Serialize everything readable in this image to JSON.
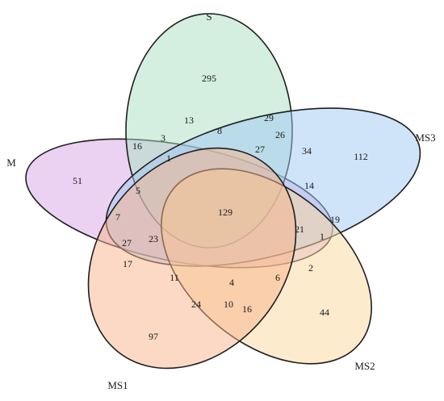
{
  "sets": [
    {
      "key": "M",
      "label": "M",
      "color": "#d8a6e6"
    },
    {
      "key": "S",
      "label": "S",
      "color": "#a9dfc0"
    },
    {
      "key": "MS3",
      "label": "MS3",
      "color": "#9fc8f4"
    },
    {
      "key": "MS2",
      "label": "MS2",
      "color": "#fbd79b"
    },
    {
      "key": "MS1",
      "label": "MS1",
      "color": "#f8b48a"
    }
  ],
  "regions": [
    {
      "sets": [
        "S"
      ],
      "value": "295"
    },
    {
      "sets": [
        "M"
      ],
      "value": "51"
    },
    {
      "sets": [
        "MS3"
      ],
      "value": "112"
    },
    {
      "sets": [
        "MS2"
      ],
      "value": "44"
    },
    {
      "sets": [
        "MS1"
      ],
      "value": "97"
    },
    {
      "sets": [
        "M",
        "S",
        "MS3",
        "MS2",
        "MS1"
      ],
      "value": "129"
    },
    {
      "sets": [],
      "value": "13"
    },
    {
      "sets": [],
      "value": "29"
    },
    {
      "sets": [],
      "value": "16"
    },
    {
      "sets": [],
      "value": "3"
    },
    {
      "sets": [],
      "value": "8"
    },
    {
      "sets": [],
      "value": "26"
    },
    {
      "sets": [],
      "value": "27"
    },
    {
      "sets": [],
      "value": "34"
    },
    {
      "sets": [],
      "value": "1"
    },
    {
      "sets": [],
      "value": "14"
    },
    {
      "sets": [],
      "value": "5"
    },
    {
      "sets": [],
      "value": "7"
    },
    {
      "sets": [],
      "value": "19"
    },
    {
      "sets": [],
      "value": "21"
    },
    {
      "sets": [],
      "value": "1"
    },
    {
      "sets": [],
      "value": "27"
    },
    {
      "sets": [],
      "value": "23"
    },
    {
      "sets": [],
      "value": "17"
    },
    {
      "sets": [],
      "value": "2"
    },
    {
      "sets": [],
      "value": "11"
    },
    {
      "sets": [],
      "value": "4"
    },
    {
      "sets": [],
      "value": "6"
    },
    {
      "sets": [],
      "value": "24"
    },
    {
      "sets": [],
      "value": "10"
    },
    {
      "sets": [],
      "value": "16"
    }
  ]
}
